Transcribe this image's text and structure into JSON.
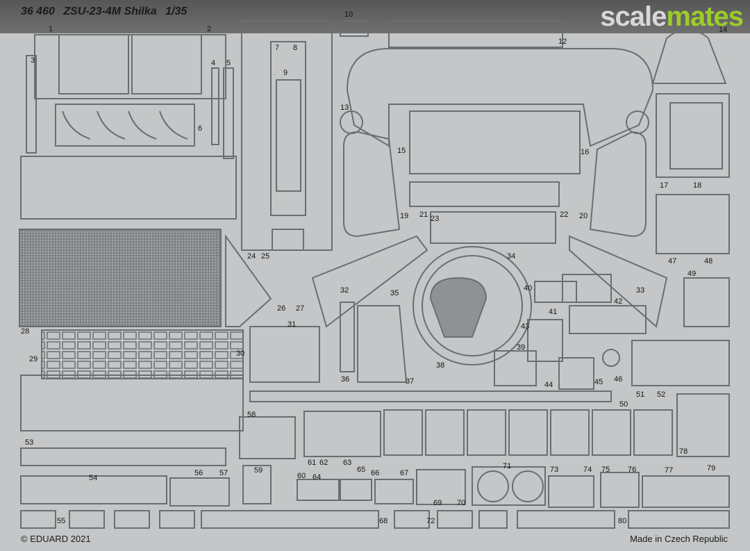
{
  "header": {
    "catalog": "36 460",
    "model": "ZSU-23-4M Shilka",
    "scale": "1/35"
  },
  "watermark": {
    "part1": "scale",
    "part2": "mates"
  },
  "footer": {
    "copyright": "© EDUARD 2021",
    "origin": "Made in Czech Republic"
  },
  "part_numbers": [
    "1",
    "2",
    "3",
    "4",
    "5",
    "6",
    "7",
    "8",
    "9",
    "10",
    "12",
    "13",
    "14",
    "15",
    "16",
    "17",
    "18",
    "19",
    "20",
    "21",
    "22",
    "23",
    "24",
    "25",
    "26",
    "27",
    "28",
    "29",
    "30",
    "31",
    "32",
    "33",
    "34",
    "35",
    "36",
    "37",
    "38",
    "39",
    "40",
    "41",
    "42",
    "43",
    "44",
    "45",
    "46",
    "47",
    "48",
    "49",
    "50",
    "51",
    "52",
    "53",
    "54",
    "55",
    "56",
    "57",
    "58",
    "59",
    "60",
    "61",
    "62",
    "63",
    "64",
    "65",
    "66",
    "67",
    "68",
    "69",
    "70",
    "71",
    "72",
    "73",
    "74",
    "75",
    "76",
    "77",
    "78",
    "79",
    "80"
  ],
  "colors": {
    "sheet": "#c4c6c7",
    "outline": "#6b6e70",
    "mesh": "#8a8d8f",
    "accent": "#9ccc2a"
  }
}
